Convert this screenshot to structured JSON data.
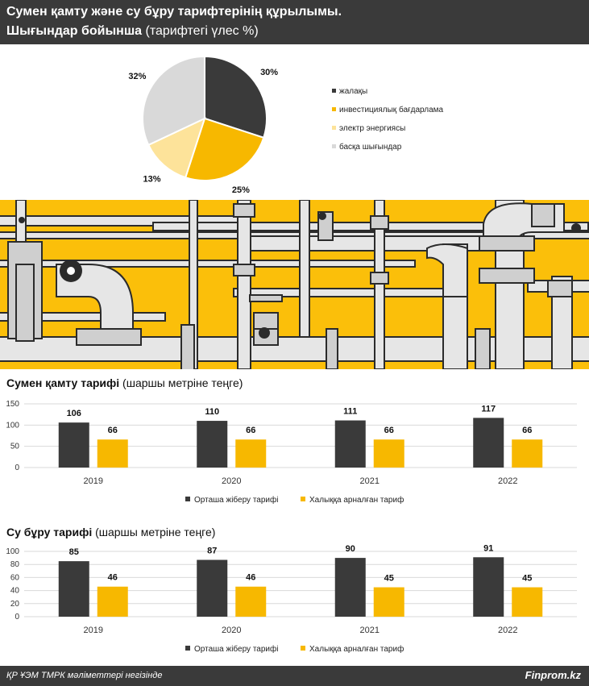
{
  "header": {
    "title_line1": "Сумен қамту және су бұру тарифтерінің құрылымы.",
    "title_line2_bold": "Шығындар бойынша",
    "title_line2_rest": " (тарифтегі үлес %)"
  },
  "colors": {
    "dark": "#3a3a3a",
    "yellow": "#f7b800",
    "light_yellow": "#fde39a",
    "gray": "#d9d9d9",
    "pipe_bg": "#fbbf0a"
  },
  "chart_data": [
    {
      "type": "pie",
      "title": "",
      "slices": [
        {
          "label": "жалақы",
          "value": 30,
          "display": "30%"
        },
        {
          "label": "инвестициялық бағдарлама",
          "value": 25,
          "display": "25%"
        },
        {
          "label": "электр энергиясы",
          "value": 13,
          "display": "13%"
        },
        {
          "label": "басқа шығындар",
          "value": 32,
          "display": "32%"
        }
      ],
      "legend": "right"
    },
    {
      "type": "bar",
      "title_bold": "Сумен қамту тарифі",
      "title_rest": " (шаршы метріне теңге)",
      "categories": [
        "2019",
        "2020",
        "2021",
        "2022"
      ],
      "series": [
        {
          "name": "Орташа жіберу тарифі",
          "values": [
            106,
            110,
            111,
            117
          ]
        },
        {
          "name": "Халыққа арналған тариф",
          "values": [
            66,
            66,
            66,
            66
          ]
        }
      ],
      "ylim": [
        0,
        150
      ],
      "yticks": [
        0,
        50,
        100,
        150
      ],
      "grid": true,
      "legend": "bottom"
    },
    {
      "type": "bar",
      "title_bold": "Су бұру тарифі",
      "title_rest": " (шаршы метріне теңге)",
      "categories": [
        "2019",
        "2020",
        "2021",
        "2022"
      ],
      "series": [
        {
          "name": "Орташа жіберу тарифі",
          "values": [
            85,
            87,
            90,
            91
          ]
        },
        {
          "name": "Халыққа арналған тариф",
          "values": [
            46,
            46,
            45,
            45
          ]
        }
      ],
      "ylim": [
        0,
        100
      ],
      "yticks": [
        0,
        20,
        40,
        60,
        80,
        100
      ],
      "grid": true,
      "legend": "bottom"
    }
  ],
  "footer": {
    "source": "ҚР ҰЭМ ТМРК мәліметтері негізінде",
    "brand": "Finprom.kz"
  }
}
